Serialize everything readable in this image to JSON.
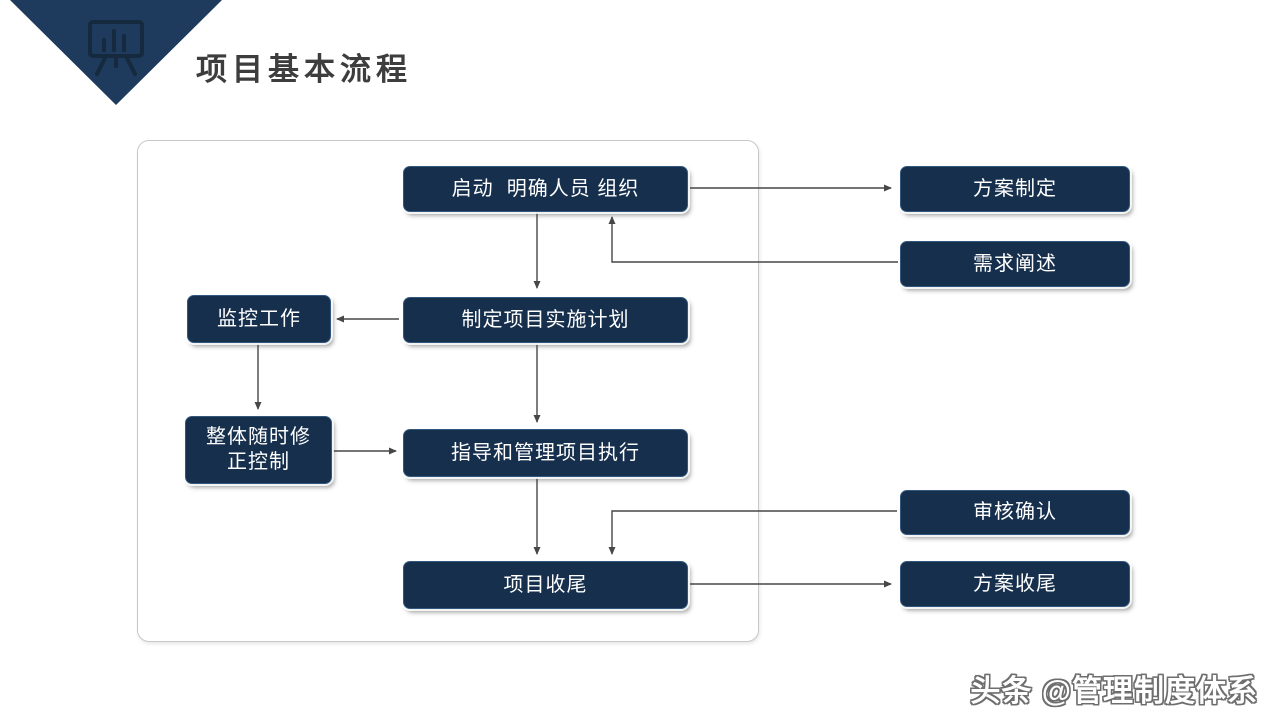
{
  "header": {
    "title": "项目基本流程",
    "logo_icon": "presentation-chart-icon",
    "logo_shape": "inverted-triangle"
  },
  "flow": {
    "nodes": [
      {
        "id": "start",
        "label": "启动  明确人员 组织"
      },
      {
        "id": "plan-making",
        "label": "方案制定"
      },
      {
        "id": "requirement",
        "label": "需求阐述"
      },
      {
        "id": "monitoring",
        "label": "监控工作"
      },
      {
        "id": "implementation-plan",
        "label": "制定项目实施计划"
      },
      {
        "id": "overall-correction",
        "label": "整体随时修\n正控制"
      },
      {
        "id": "execution",
        "label": "指导和管理项目执行"
      },
      {
        "id": "review-confirm",
        "label": "审核确认"
      },
      {
        "id": "project-closing",
        "label": "项目收尾"
      },
      {
        "id": "plan-closing",
        "label": "方案收尾"
      }
    ],
    "edges": [
      {
        "from": "start",
        "to": "plan-making"
      },
      {
        "from": "requirement",
        "to": "start"
      },
      {
        "from": "start",
        "to": "implementation-plan"
      },
      {
        "from": "implementation-plan",
        "to": "monitoring"
      },
      {
        "from": "monitoring",
        "to": "overall-correction"
      },
      {
        "from": "implementation-plan",
        "to": "execution"
      },
      {
        "from": "overall-correction",
        "to": "execution"
      },
      {
        "from": "execution",
        "to": "project-closing"
      },
      {
        "from": "review-confirm",
        "to": "project-closing"
      },
      {
        "from": "project-closing",
        "to": "plan-closing"
      }
    ]
  },
  "footer": {
    "watermark": "头条 @管理制度体系"
  },
  "colors": {
    "node_fill": "#162f4d",
    "node_border": "#33587e",
    "node_text": "#ffffff",
    "arrow": "#474747",
    "diamond_fill": "#1e3a5c",
    "diamond_icon": "#15293f",
    "panel_border": "#c8c8c8",
    "title_text": "#3d3d3d",
    "background": "#ffffff"
  }
}
